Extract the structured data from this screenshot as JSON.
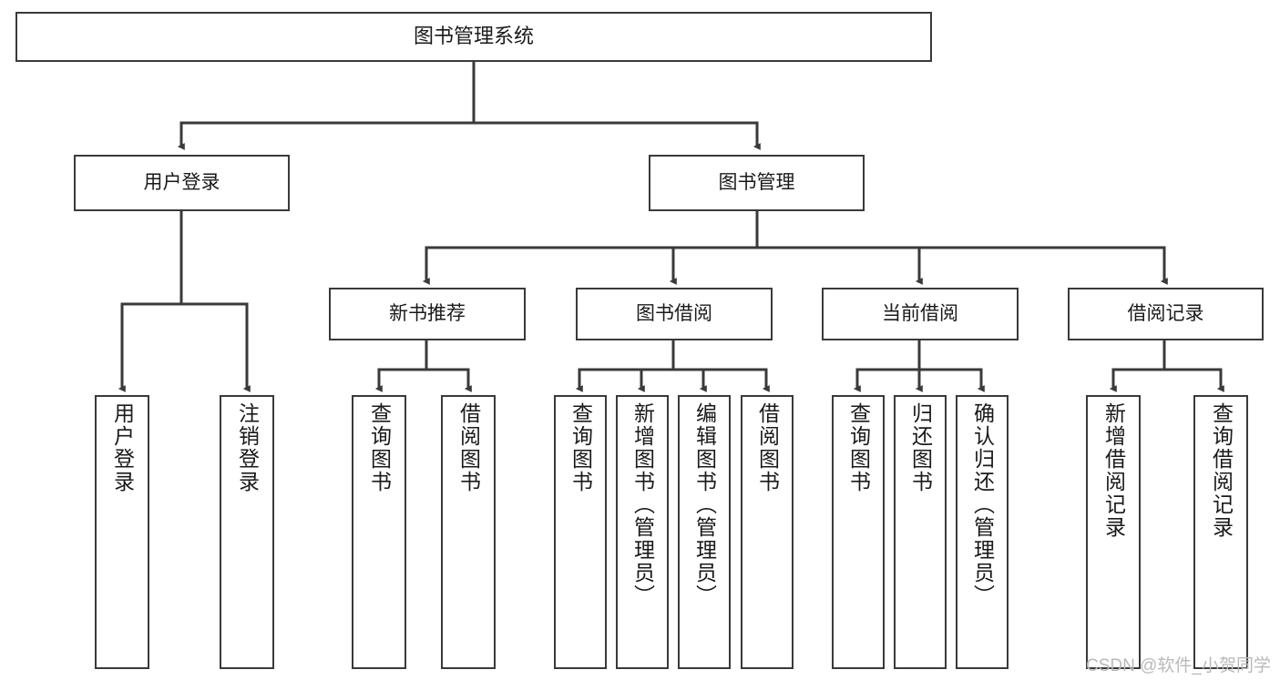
{
  "diagram": {
    "title": "图书管理系统",
    "watermark": "CSDN @软件_小贺同学",
    "stroke_color": "#3a3a3a",
    "background": "#ffffff",
    "type": "tree-hierarchy-diagram",
    "nodes": {
      "root": {
        "label": "图书管理系统"
      },
      "level2": [
        {
          "label": "用户登录"
        },
        {
          "label": "图书管理"
        }
      ],
      "level3": [
        {
          "label": "新书推荐"
        },
        {
          "label": "图书借阅"
        },
        {
          "label": "当前借阅"
        },
        {
          "label": "借阅记录"
        }
      ],
      "leaves_user_login": [
        {
          "label": "用户登录"
        },
        {
          "label": "注销登录"
        }
      ],
      "leaves_new_book": [
        {
          "label": "查询图书"
        },
        {
          "label": "借阅图书"
        }
      ],
      "leaves_book_borrow": [
        {
          "label": "查询图书"
        },
        {
          "label": "新增图书（管理员）"
        },
        {
          "label": "编辑图书（管理员）"
        },
        {
          "label": "借阅图书"
        }
      ],
      "leaves_current_borrow": [
        {
          "label": "查询图书"
        },
        {
          "label": "归还图书"
        },
        {
          "label": "确认归还（管理员）"
        }
      ],
      "leaves_borrow_record": [
        {
          "label": "新增借阅记录"
        },
        {
          "label": "查询借阅记录"
        }
      ]
    }
  }
}
